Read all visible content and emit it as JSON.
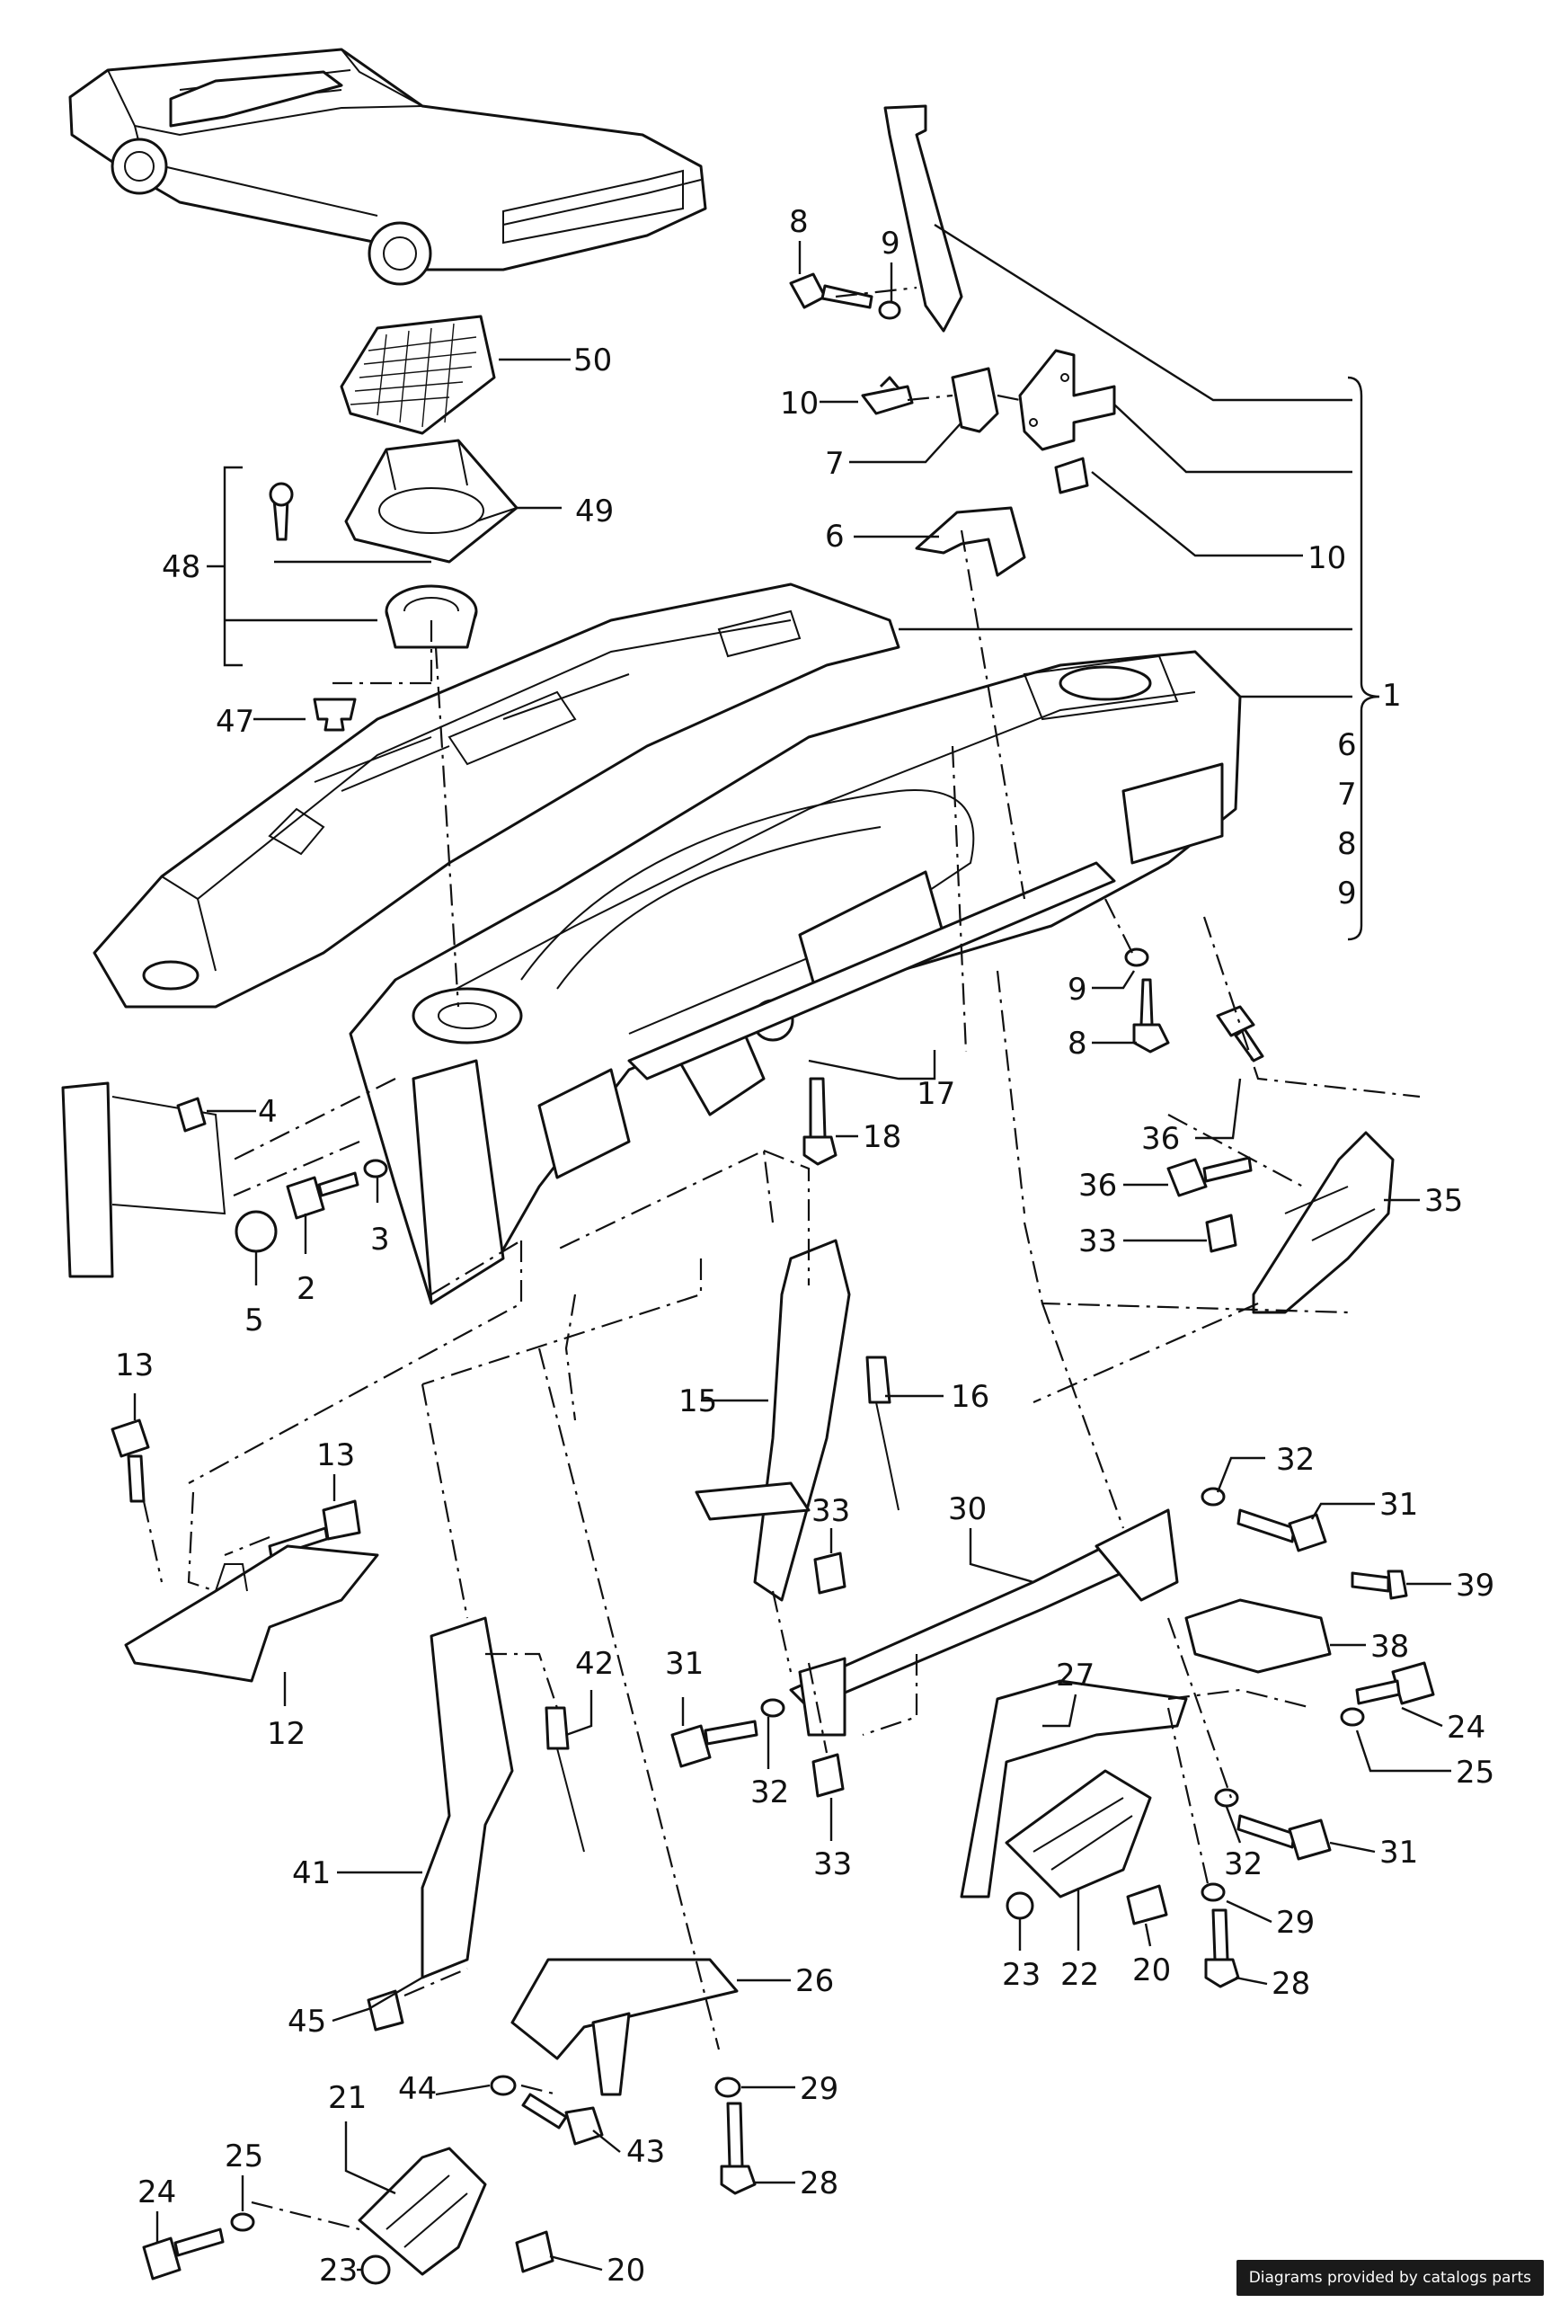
{
  "callouts": [
    {
      "id": "c50",
      "text": "50"
    },
    {
      "id": "c49",
      "text": "49"
    },
    {
      "id": "c48",
      "text": "48"
    },
    {
      "id": "c47",
      "text": "47"
    },
    {
      "id": "c8a",
      "text": "8"
    },
    {
      "id": "c9a",
      "text": "9"
    },
    {
      "id": "c10a",
      "text": "10"
    },
    {
      "id": "c7",
      "text": "7"
    },
    {
      "id": "c6",
      "text": "6"
    },
    {
      "id": "c10b",
      "text": "10"
    },
    {
      "id": "c1",
      "text": "1"
    },
    {
      "id": "c6b",
      "text": "6"
    },
    {
      "id": "c7b",
      "text": "7"
    },
    {
      "id": "c8b",
      "text": "8"
    },
    {
      "id": "c9b",
      "text": "9"
    },
    {
      "id": "c9c",
      "text": "9"
    },
    {
      "id": "c8c",
      "text": "8"
    },
    {
      "id": "c17",
      "text": "17"
    },
    {
      "id": "c18",
      "text": "18"
    },
    {
      "id": "c36a",
      "text": "36"
    },
    {
      "id": "c36b",
      "text": "36"
    },
    {
      "id": "c35",
      "text": "35"
    },
    {
      "id": "c33a",
      "text": "33"
    },
    {
      "id": "c4",
      "text": "4"
    },
    {
      "id": "c3",
      "text": "3"
    },
    {
      "id": "c2",
      "text": "2"
    },
    {
      "id": "c5",
      "text": "5"
    },
    {
      "id": "c15",
      "text": "15"
    },
    {
      "id": "c16",
      "text": "16"
    },
    {
      "id": "c13a",
      "text": "13"
    },
    {
      "id": "c13b",
      "text": "13"
    },
    {
      "id": "c12",
      "text": "12"
    },
    {
      "id": "c33b",
      "text": "33"
    },
    {
      "id": "c30",
      "text": "30"
    },
    {
      "id": "c32a",
      "text": "32"
    },
    {
      "id": "c31a",
      "text": "31"
    },
    {
      "id": "c39",
      "text": "39"
    },
    {
      "id": "c38",
      "text": "38"
    },
    {
      "id": "c42",
      "text": "42"
    },
    {
      "id": "c31b",
      "text": "31"
    },
    {
      "id": "c32b",
      "text": "32"
    },
    {
      "id": "c27",
      "text": "27"
    },
    {
      "id": "c24a",
      "text": "24"
    },
    {
      "id": "c25a",
      "text": "25"
    },
    {
      "id": "c33c",
      "text": "33"
    },
    {
      "id": "c32c",
      "text": "32"
    },
    {
      "id": "c31c",
      "text": "31"
    },
    {
      "id": "c41",
      "text": "41"
    },
    {
      "id": "c29a",
      "text": "29"
    },
    {
      "id": "c23a",
      "text": "23"
    },
    {
      "id": "c22",
      "text": "22"
    },
    {
      "id": "c20a",
      "text": "20"
    },
    {
      "id": "c28a",
      "text": "28"
    },
    {
      "id": "c45",
      "text": "45"
    },
    {
      "id": "c26",
      "text": "26"
    },
    {
      "id": "c44",
      "text": "44"
    },
    {
      "id": "c29b",
      "text": "29"
    },
    {
      "id": "c43",
      "text": "43"
    },
    {
      "id": "c21",
      "text": "21"
    },
    {
      "id": "c25b",
      "text": "25"
    },
    {
      "id": "c24b",
      "text": "24"
    },
    {
      "id": "c28b",
      "text": "28"
    },
    {
      "id": "c23b",
      "text": "23"
    },
    {
      "id": "c20b",
      "text": "20"
    }
  ],
  "watermark": "Diagrams provided by catalogs parts"
}
